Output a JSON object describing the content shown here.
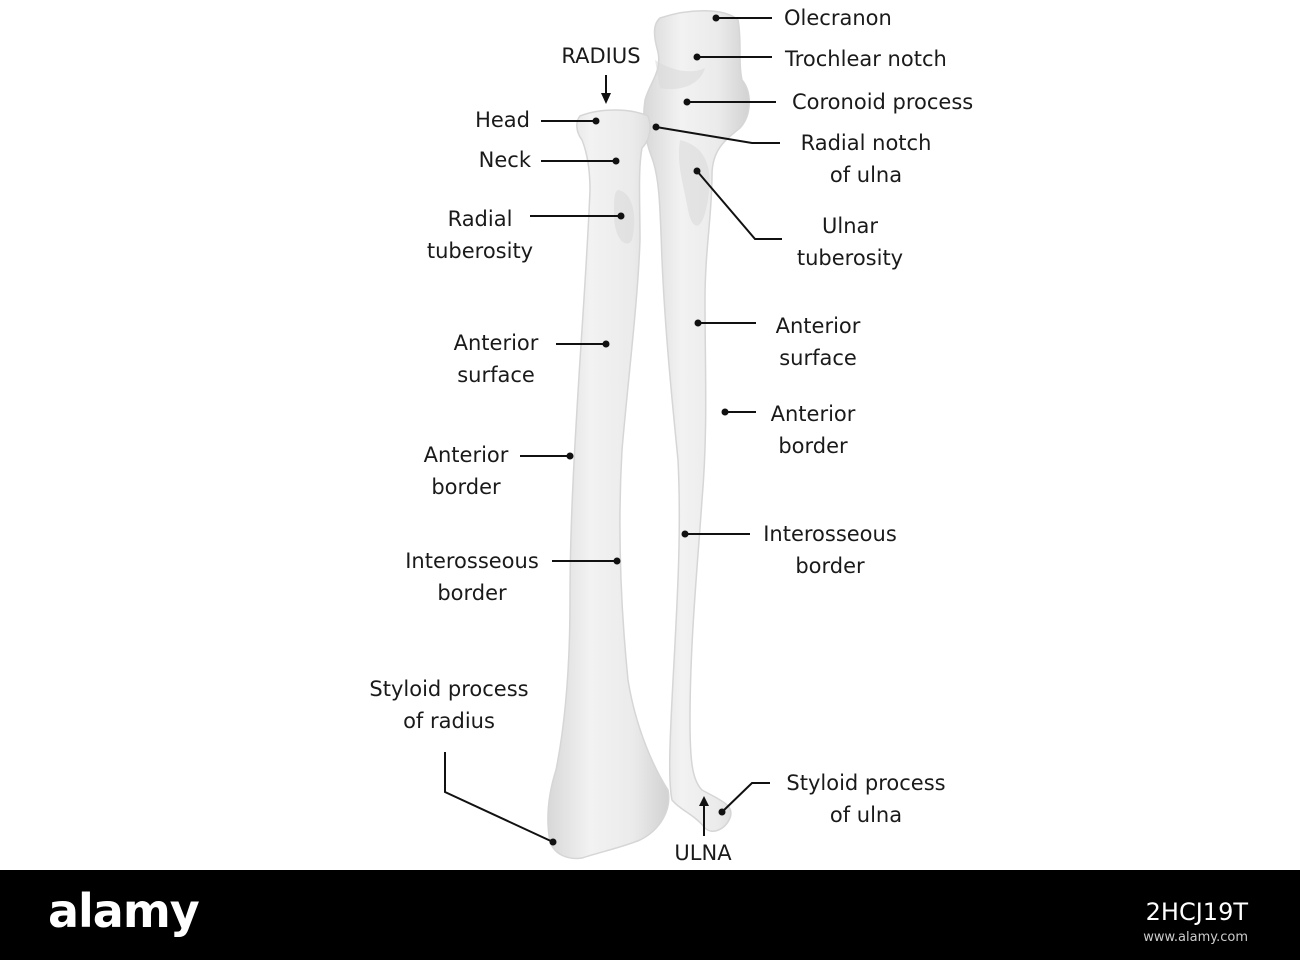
{
  "bones": {
    "radius": "RADIUS",
    "ulna": "ULNA"
  },
  "labels": {
    "olecranon": "Olecranon",
    "trochlear_notch": "Trochlear notch",
    "coronoid_process": "Coronoid process",
    "radial_notch": [
      "Radial notch",
      "of ulna"
    ],
    "ulnar_tuberosity": [
      "Ulnar",
      "tuberosity"
    ],
    "ulna_anterior_surface": [
      "Anterior",
      "surface"
    ],
    "ulna_anterior_border": [
      "Anterior",
      "border"
    ],
    "ulna_interosseous_border": [
      "Interosseous",
      "border"
    ],
    "styloid_ulna": [
      "Styloid process",
      "of ulna"
    ],
    "head": "Head",
    "neck": "Neck",
    "radial_tuberosity": [
      "Radial",
      "tuberosity"
    ],
    "radius_anterior_surface": [
      "Anterior",
      "surface"
    ],
    "radius_anterior_border": [
      "Anterior",
      "border"
    ],
    "radius_interosseous_border": [
      "Interosseous",
      "border"
    ],
    "styloid_radius": [
      "Styloid process",
      "of radius"
    ]
  },
  "footer": {
    "logo": "alamy",
    "image_id": "2HCJ19T",
    "site": "www.alamy.com"
  }
}
